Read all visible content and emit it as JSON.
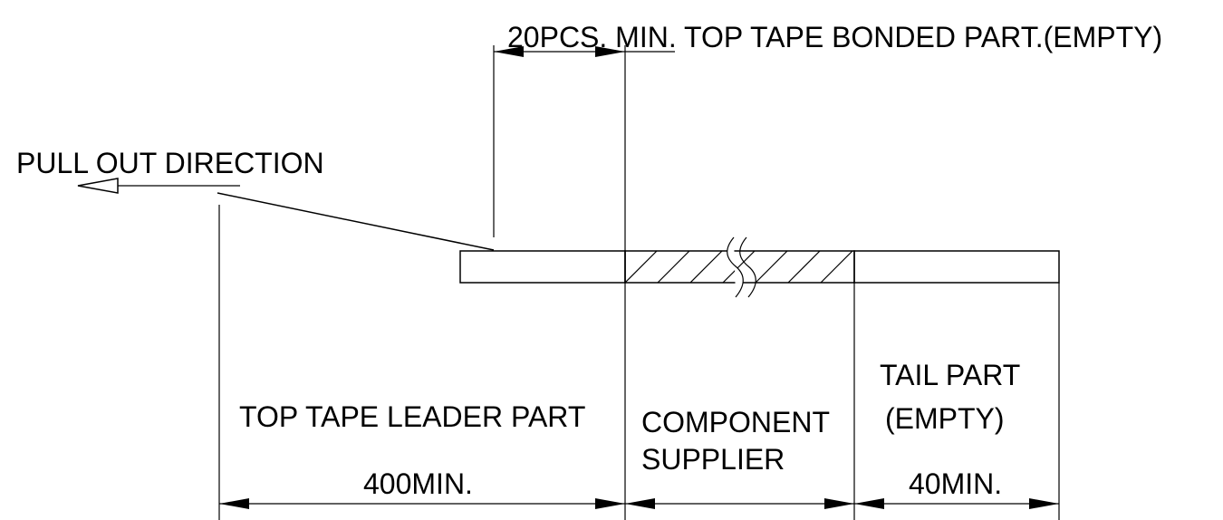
{
  "labels": {
    "top_note": "20PCS. MIN. TOP TAPE BONDED PART.(EMPTY)",
    "pull_out": "PULL OUT DIRECTION",
    "leader_part": "TOP TAPE LEADER PART",
    "component_line1": "COMPONENT",
    "component_line2": "SUPPLIER",
    "tail_line1": "TAIL PART",
    "tail_line2": "(EMPTY)",
    "leader_dim": "400MIN.",
    "tail_dim": "40MIN."
  },
  "colors": {
    "ink": "#000000",
    "background": "#ffffff"
  },
  "icons": {
    "pull_arrow": "open-arrow-left-icon",
    "dimension_arrow": "filled-arrowhead-icon",
    "break_mark": "wavy-break-icon"
  }
}
